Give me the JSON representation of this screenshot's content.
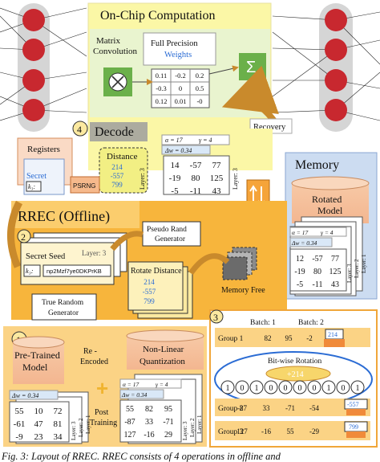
{
  "onchip": {
    "title": "On-Chip Computation",
    "matrix_label_1": "Matrix",
    "matrix_label_2": "Convolution",
    "weights_label_1": "Full Precision",
    "weights_label_2": "Weights",
    "weights_matrix": [
      [
        "0.11",
        "-0.2",
        "0.2"
      ],
      [
        "-0.3",
        "0",
        "0.5"
      ],
      [
        "0.12",
        "0.01",
        "-0"
      ]
    ],
    "recovery_label": "Recovery"
  },
  "decode": {
    "step": "4",
    "title": "Decode",
    "distance_label": "Distance",
    "distance_values": [
      "214",
      "-557",
      "799"
    ],
    "layer_label": "Layer: 3",
    "alpha": "α = 17",
    "gamma": "γ = 4",
    "dw": "Δw = 0.34",
    "matrix": [
      [
        "14",
        "-57",
        "77"
      ],
      [
        "-19",
        "80",
        "125"
      ],
      [
        "-5",
        "-11",
        "43"
      ]
    ]
  },
  "registers": {
    "title": "Registers",
    "secret_label": "Secret",
    "key_label": "k₃:",
    "prng_label": "PSRNG"
  },
  "memory": {
    "title": "Memory",
    "io_label": "IO",
    "rotated_model_1": "Rotated",
    "rotated_model_2": "Model",
    "alpha": "α = 17",
    "gamma": "γ = 4",
    "dw": "Δw = 0.34",
    "matrix": [
      [
        "12",
        "-57",
        "77"
      ],
      [
        "-19",
        "80",
        "125"
      ],
      [
        "-5",
        "-11",
        "43"
      ]
    ],
    "layer_labels": [
      "Layer: 1",
      "Layer: 2",
      "Layer: 3"
    ]
  },
  "rrec": {
    "title": "RREC (Offline)",
    "step": "2",
    "pseudo_rand_1": "Pseudo Rand",
    "pseudo_rand_2": "Generator",
    "secret_seed_label": "Secret Seed",
    "seed_layer": "Layer: 3",
    "seed_key": "k₃:",
    "seed_value": "np2Mzf7ye0DKPrKB",
    "rotate_distance_label": "Rotate Distance",
    "rotate_values": [
      "214",
      "-557",
      "799"
    ],
    "memory_free_label": "Memory Free",
    "trng_1": "True Random",
    "trng_2": "Generator"
  },
  "pretrained": {
    "step": "1",
    "title_1": "Pre-Trained",
    "title_2": "Model",
    "dw": "Δw = 0.34",
    "matrix": [
      [
        "55",
        "10",
        "72"
      ],
      [
        "-61",
        "47",
        "81"
      ],
      [
        "-9",
        "23",
        "34"
      ]
    ],
    "layer_labels": [
      "Layer: 1",
      "Layer: 2",
      "Layer: 3"
    ],
    "reencoded_1": "Re -",
    "reencoded_2": "Encoded",
    "post_1": "Post",
    "post_2": "Training"
  },
  "quant": {
    "title_1": "Non-Linear",
    "title_2": "Quantization",
    "alpha": "α = 17",
    "gamma": "γ = 4",
    "dw": "Δw = 0.34",
    "matrix": [
      [
        "55",
        "82",
        "95"
      ],
      [
        "-87",
        "33",
        "-71"
      ],
      [
        "127",
        "-16",
        "29"
      ]
    ],
    "layer_labels": [
      "Layer: 1",
      "Layer: 2",
      "Layer: 3"
    ]
  },
  "rotation": {
    "step": "3",
    "batch1": "Batch: 1",
    "batch2": "Batch: 2",
    "group1_label": "Group 1",
    "group1_values": [
      "82",
      "95",
      "-2"
    ],
    "group1_tag": "214",
    "bitwise_label": "Bit-wise Rotation",
    "bits": [
      "1",
      "0",
      "1",
      "0",
      "0",
      "0",
      "0",
      "1",
      "0",
      "1"
    ],
    "plus_label": "+214",
    "group2_label": "Group 2",
    "group2_values": [
      "-87",
      "33",
      "-71",
      "-54"
    ],
    "group2_tag": "-557",
    "group3_label": "Group 3",
    "group3_values": [
      "127",
      "-16",
      "55",
      "-29"
    ],
    "group3_tag": "799"
  },
  "caption": "Fig. 3: Layout of RREC. RREC consists of 4 operations in offline and"
}
